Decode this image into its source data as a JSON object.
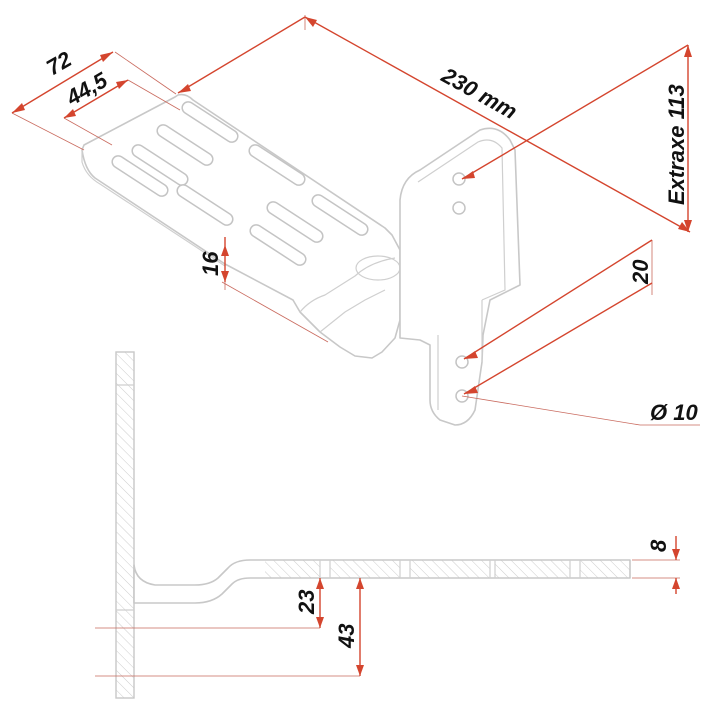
{
  "title": "",
  "dimensions": {
    "width_top": "72",
    "slot_spacing": "44,5",
    "length": "230 mm",
    "height": "Extraxe 113",
    "depth": "16",
    "hole_spacing": "20",
    "hole_diameter": "Ø 10",
    "thickness": "8",
    "offset_small": "23",
    "offset_large": "43"
  },
  "colors": {
    "dimension_line": "#d4452e",
    "part_outline": "#c8c8c8",
    "label": "#111111"
  }
}
